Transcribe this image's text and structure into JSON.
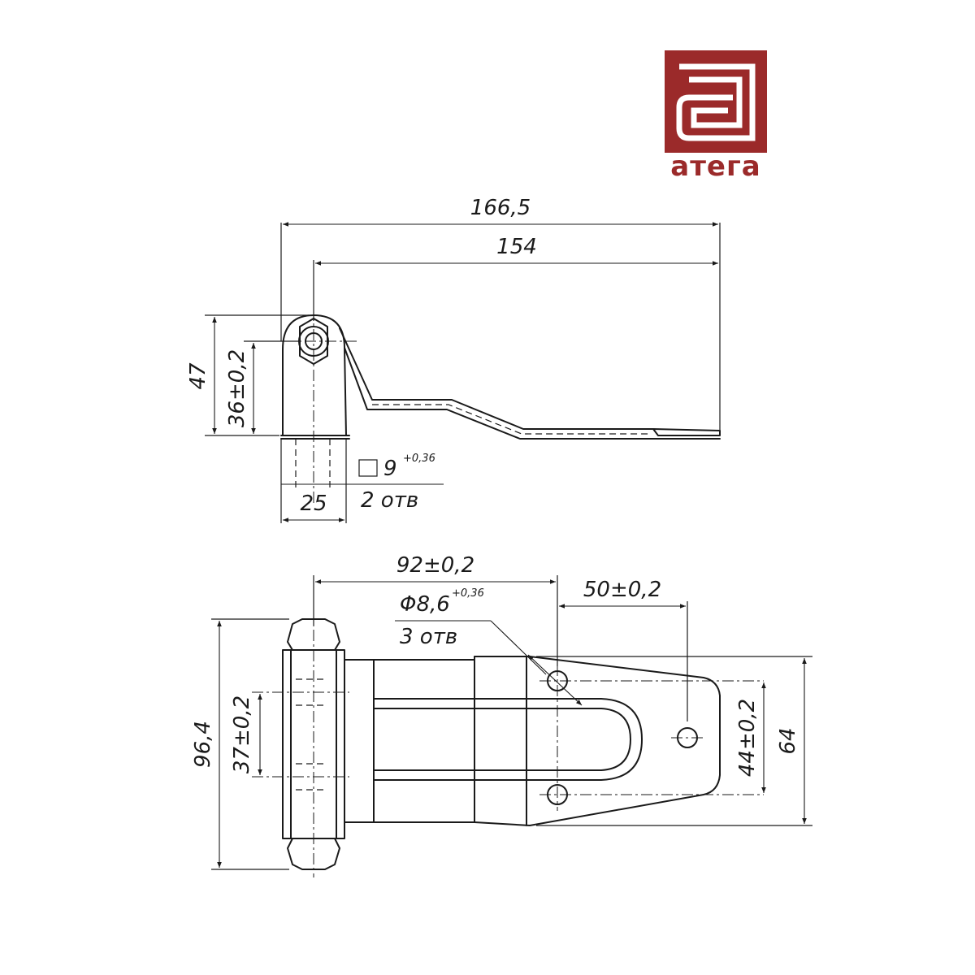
{
  "brand": {
    "name": "атега",
    "color": "#9b2a2a"
  },
  "side_view": {
    "overall_length": "166,5",
    "plate_length": "154",
    "height": "47",
    "pivot_height": "36±0,2",
    "base_width": "25",
    "square_hole": "9",
    "square_hole_tol": "+0,36",
    "hole_count": "2 отв"
  },
  "top_view": {
    "pivot_to_hole": "92±0,2",
    "hole_spacing_x": "50±0,2",
    "hole_diameter": "Φ8,6",
    "hole_diameter_tol": "+0,36",
    "hole_count": "3 отв",
    "overall_width": "96,4",
    "base_hole_spacing": "37±0,2",
    "hole_spacing_y": "44±0,2",
    "plate_width": "64"
  }
}
